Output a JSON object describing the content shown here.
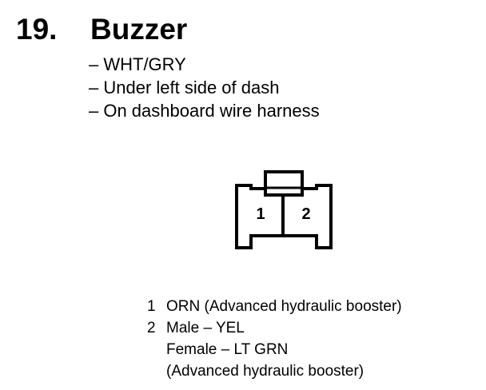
{
  "header": {
    "number": "19.",
    "title": "Buzzer"
  },
  "notes": [
    "– WHT/GRY",
    "– Under left side of dash",
    "– On dashboard wire harness"
  ],
  "connector": {
    "pin_labels": [
      "1",
      "2"
    ]
  },
  "pins": [
    {
      "number": "1",
      "lines": [
        "ORN (Advanced hydraulic booster)"
      ]
    },
    {
      "number": "2",
      "lines": [
        "Male – YEL",
        "Female – LT GRN",
        "(Advanced hydraulic booster)"
      ]
    }
  ]
}
